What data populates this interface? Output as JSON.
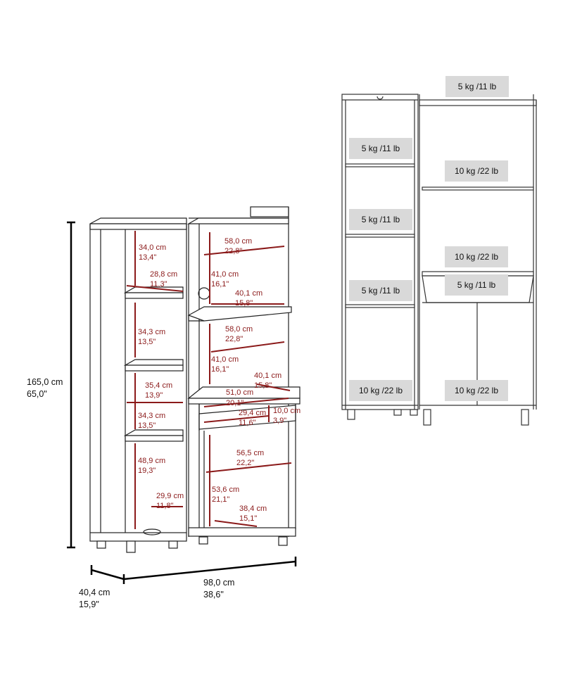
{
  "overall": {
    "height_cm": "165,0 cm",
    "height_in": "65,0\"",
    "width_cm": "98,0 cm",
    "width_in": "38,6\"",
    "depth_cm": "40,4 cm",
    "depth_in": "15,9\""
  },
  "inner": [
    {
      "cm": "34,0 cm",
      "in": "13,4\""
    },
    {
      "cm": "28,8 cm",
      "in": "11,3\""
    },
    {
      "cm": "34,3 cm",
      "in": "13,5\""
    },
    {
      "cm": "35,4 cm",
      "in": "13,9\""
    },
    {
      "cm": "34,3 cm",
      "in": "13,5\""
    },
    {
      "cm": "48,9 cm",
      "in": "19,3\""
    },
    {
      "cm": "29,9 cm",
      "in": "11,8\""
    },
    {
      "cm": "58,0 cm",
      "in": "22,8\""
    },
    {
      "cm": "41,0 cm",
      "in": "16,1\""
    },
    {
      "cm": "40,1 cm",
      "in": "15,8\""
    },
    {
      "cm": "58,0 cm",
      "in": "22,8\""
    },
    {
      "cm": "41,0 cm",
      "in": "16,1\""
    },
    {
      "cm": "40,1 cm",
      "in": "15,8\""
    },
    {
      "cm": "51,0 cm",
      "in": "20,1\""
    },
    {
      "cm": "29,4 cm",
      "in": "11,6\""
    },
    {
      "cm": "10,0 cm",
      "in": "3,9\""
    },
    {
      "cm": "56,5 cm",
      "in": "22,2\""
    },
    {
      "cm": "53,6 cm",
      "in": "21,1\""
    },
    {
      "cm": "38,4 cm",
      "in": "15,1\""
    }
  ],
  "loads": [
    "5 kg /11 lb",
    "5 kg /11 lb",
    "10 kg /22 lb",
    "5 kg /11 lb",
    "10 kg /22 lb",
    "5 kg /11 lb",
    "5 kg /11 lb",
    "10 kg /22 lb",
    "10 kg /22 lb"
  ]
}
